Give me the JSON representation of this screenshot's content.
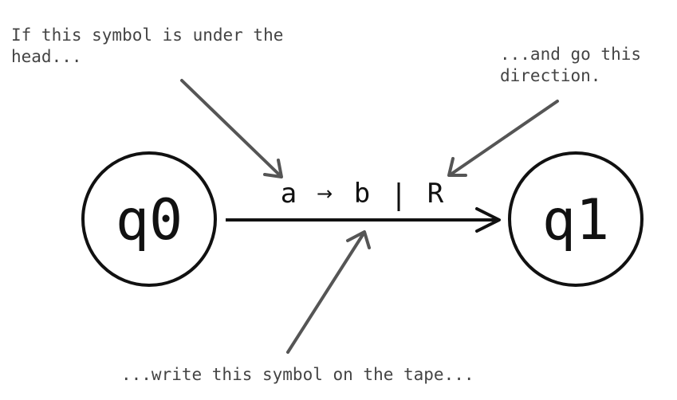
{
  "annotations": {
    "read_symbol": "If this symbol is under the\nhead...",
    "move_direction": "...and go this\ndirection.",
    "write_symbol": "...write this symbol on the tape..."
  },
  "states": {
    "start": "q0",
    "end": "q1"
  },
  "transition": {
    "read": "a",
    "arrow": "→",
    "write": "b",
    "separator": "|",
    "move": "R"
  },
  "colors": {
    "stroke": "#111111",
    "pointer": "#555555",
    "note_text": "#444444"
  }
}
